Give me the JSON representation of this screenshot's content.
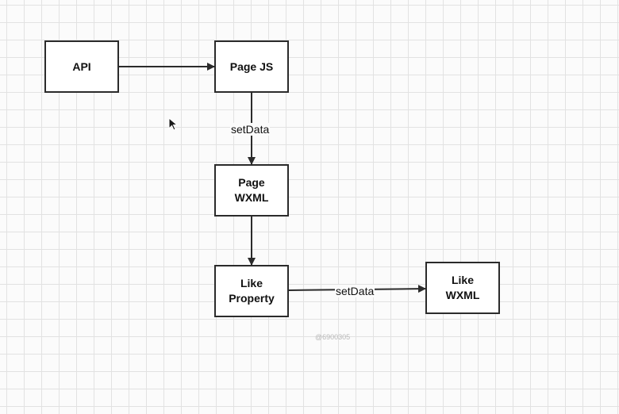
{
  "nodes": {
    "api": "API",
    "page_js": "Page JS",
    "page_wxml": "Page\nWXML",
    "like_property": "Like\nProperty",
    "like_wxml": "Like\nWXML"
  },
  "edges": {
    "page_js_to_page_wxml_label": "setData",
    "like_property_to_like_wxml_label": "setData"
  },
  "watermark": "@6900305",
  "colors": {
    "stroke": "#2b2b2b",
    "grid": "#e2e2e2",
    "background": "#fbfbfb"
  },
  "icons": {
    "cursor": "arrow-cursor-icon"
  }
}
